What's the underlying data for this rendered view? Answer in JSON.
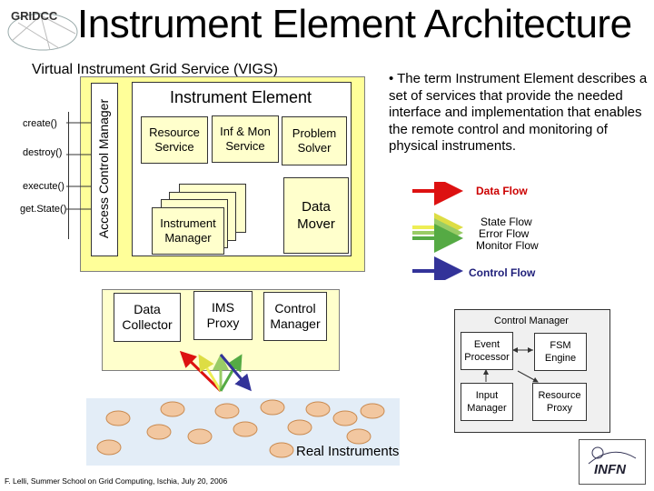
{
  "title": "Instrument Element Architecture",
  "logo": {
    "text": "GRIDCC"
  },
  "vigs": {
    "label": "Virtual Instrument Grid Service (VIGS)"
  },
  "access_control": {
    "label": "Access Control Manager"
  },
  "api_methods": [
    "create()",
    "destroy()",
    "execute()",
    "get.State()"
  ],
  "instrument_element": {
    "title": "Instrument Element",
    "services": [
      {
        "line1": "Resource",
        "line2": "Service"
      },
      {
        "line1": "Inf & Mon",
        "line2": "Service"
      },
      {
        "line1": "Problem",
        "line2": "Solver"
      }
    ],
    "instrument_manager": {
      "line1": "Instrument",
      "line2": "Manager"
    },
    "data_mover": {
      "line1": "Data",
      "line2": "Mover"
    }
  },
  "description": "• The term Instrument Element describes a set of services that provide the needed interface and implementation that enables the remote control and monitoring of physical instruments.",
  "legend": {
    "data_flow": "Data Flow",
    "state_flow": "State Flow",
    "error_flow": "Error Flow",
    "monitor_flow": "Monitor Flow",
    "control_flow": "Control Flow",
    "colors": {
      "data": "#dd1111",
      "state": "#eeee55",
      "error": "#99cc66",
      "monitor": "#55aa44",
      "control": "#333399"
    }
  },
  "lower_boxes": {
    "data_collector": {
      "line1": "Data",
      "line2": "Collector"
    },
    "ims_proxy": {
      "line1": "IMS",
      "line2": "Proxy"
    },
    "control_manager": {
      "line1": "Control",
      "line2": "Manager"
    }
  },
  "control_manager_detail": {
    "title": "Control Manager",
    "boxes": [
      {
        "line1": "Event",
        "line2": "Processor"
      },
      {
        "line1": "FSM",
        "line2": "Engine"
      },
      {
        "line1": "Input",
        "line2": "Manager"
      },
      {
        "line1": "Resource",
        "line2": "Proxy"
      }
    ]
  },
  "real_instruments": "Real Instruments",
  "footer": "F. Lelli, Summer School on Grid Computing, Ischia, July 20, 2006",
  "infn_logo": {
    "text": "INFN"
  }
}
